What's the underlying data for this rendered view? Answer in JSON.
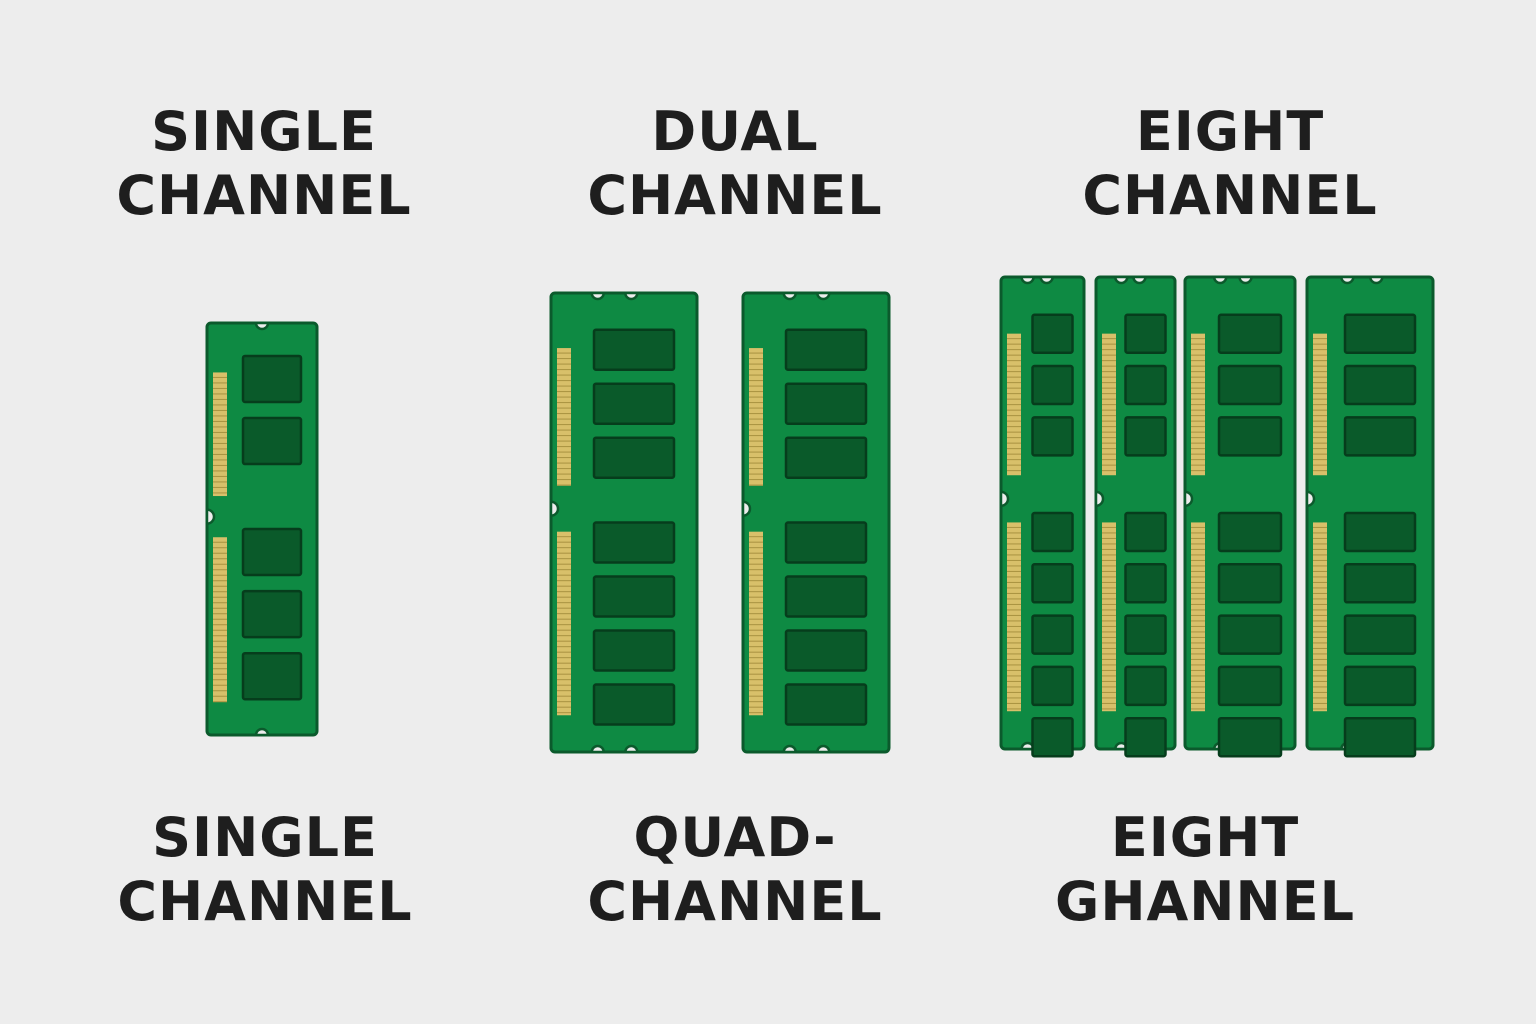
{
  "colors": {
    "background": "#ededed",
    "pcb": "#0e8a43",
    "pcb_outline": "#0b5a2c",
    "chip": "#0a5a2a",
    "chip_outline": "#063d1c",
    "gold_contacts": "#d8c06a",
    "text": "#1e1e1e"
  },
  "groups": [
    {
      "top_label": [
        "SINGLE",
        "CHANNEL"
      ],
      "bottom_label": [
        "SINGLE",
        "CHANNEL"
      ],
      "module_count": 1
    },
    {
      "top_label": [
        "DUAL",
        "CHANNEL"
      ],
      "bottom_label": [
        "QUAD-",
        "CHANNEL"
      ],
      "module_count": 2
    },
    {
      "top_label": [
        "EIGHT",
        "CHANNEL"
      ],
      "bottom_label": [
        "EIGHT",
        "GHANNEL"
      ],
      "module_count": 4
    }
  ]
}
